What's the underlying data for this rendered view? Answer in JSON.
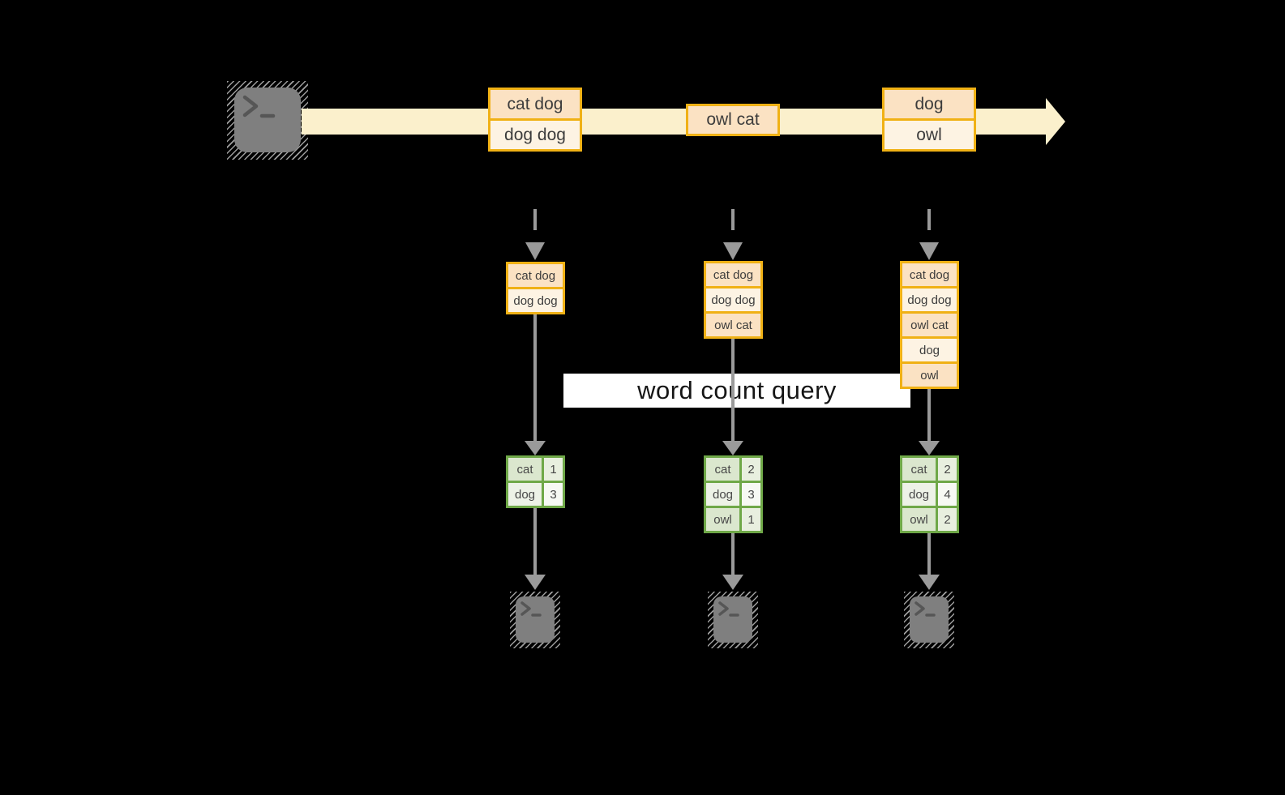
{
  "query": {
    "label": "word count query"
  },
  "stream": {
    "batches": [
      {
        "lines": [
          "cat dog",
          "dog dog"
        ]
      },
      {
        "lines": [
          "owl cat"
        ]
      },
      {
        "lines": [
          "dog",
          "owl"
        ]
      }
    ]
  },
  "columns": [
    {
      "input": [
        "cat dog",
        "dog dog"
      ],
      "result": [
        {
          "word": "cat",
          "count": "1"
        },
        {
          "word": "dog",
          "count": "3"
        }
      ]
    },
    {
      "input": [
        "cat dog",
        "dog dog",
        "owl cat"
      ],
      "result": [
        {
          "word": "cat",
          "count": "2"
        },
        {
          "word": "dog",
          "count": "3"
        },
        {
          "word": "owl",
          "count": "1"
        }
      ]
    },
    {
      "input": [
        "cat dog",
        "dog dog",
        "owl cat",
        "dog",
        "owl"
      ],
      "result": [
        {
          "word": "cat",
          "count": "2"
        },
        {
          "word": "dog",
          "count": "4"
        },
        {
          "word": "owl",
          "count": "2"
        }
      ]
    }
  ],
  "icons": {
    "source": "terminal-icon",
    "outputs": [
      "terminal-icon",
      "terminal-icon",
      "terminal-icon"
    ]
  },
  "colors": {
    "background": "#000000",
    "stream_band": "#fbf0cc",
    "orange_border": "#f0b115",
    "cell_peach": "#fbe2c3",
    "cell_cream": "#fdf3e3",
    "green_border": "#6fa848",
    "green_fill": "#dbe7ce",
    "green_fill_light": "#edf2e7",
    "arrow_gray": "#9a9a9a",
    "terminal_gray": "#7f7f7f",
    "label_bg": "#ffffff"
  }
}
